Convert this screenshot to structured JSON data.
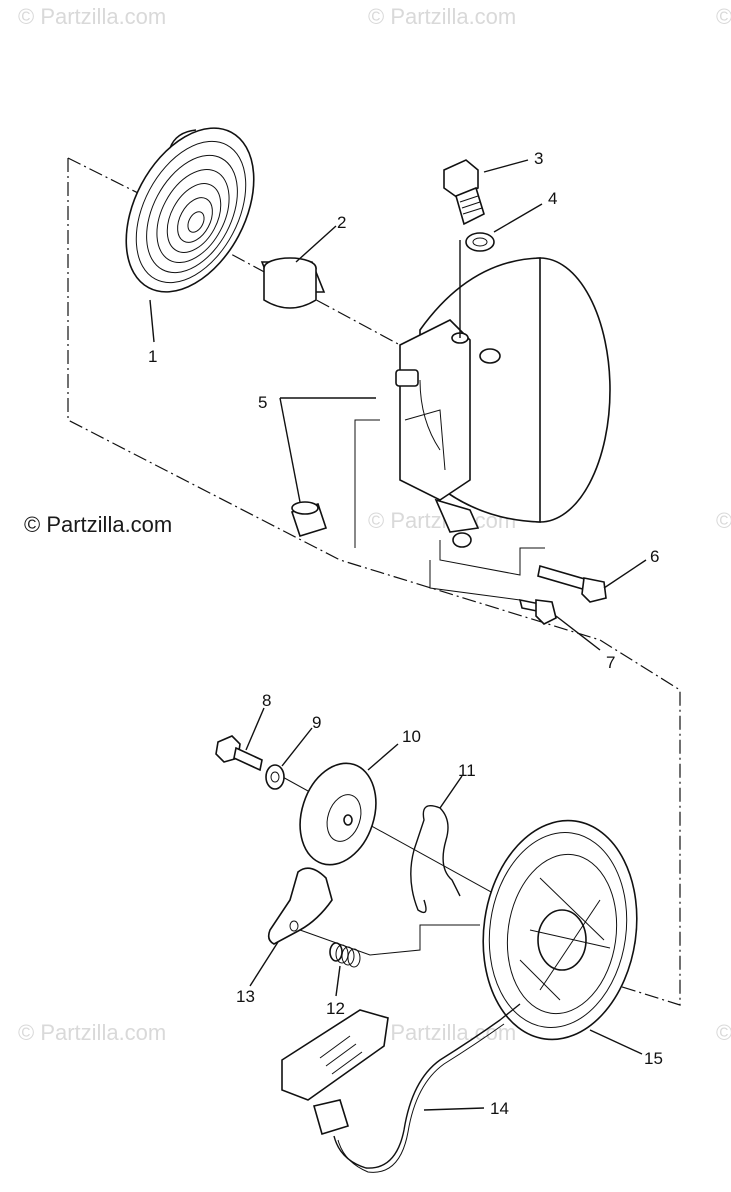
{
  "watermarks": [
    "© Partzilla.com",
    "© Partzilla.com",
    "©",
    "© Partzilla.com",
    "©",
    "© Partzilla.com",
    "© Partzilla.com",
    "©"
  ],
  "copyright": "© Partzilla.com",
  "callouts": [
    "1",
    "2",
    "3",
    "4",
    "5",
    "6",
    "7",
    "8",
    "9",
    "10",
    "11",
    "12",
    "13",
    "14",
    "15"
  ]
}
